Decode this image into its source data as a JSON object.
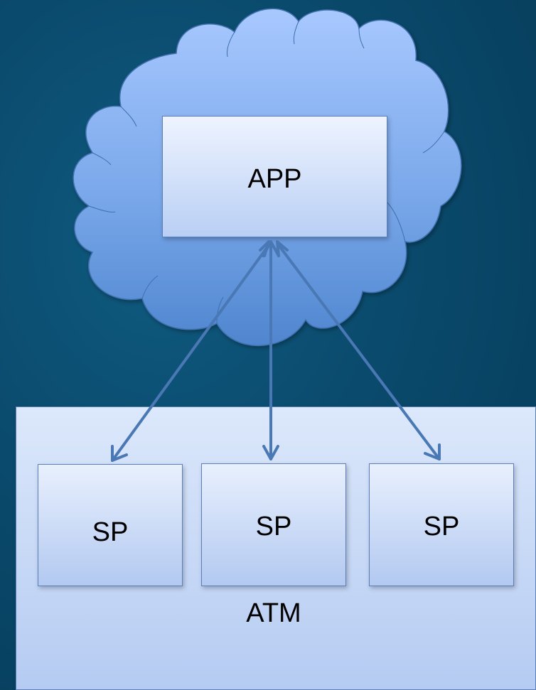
{
  "diagram": {
    "app_label": "APP",
    "atm_label": "ATM",
    "sp_boxes": [
      {
        "label": "SP"
      },
      {
        "label": "SP"
      },
      {
        "label": "SP"
      }
    ],
    "colors": {
      "background": "#0a4a6c",
      "cloud_top": "#a8c8ff",
      "cloud_bottom": "#4f86cf",
      "box_border": "#5b7fb8",
      "arrow": "#4a78b5"
    }
  }
}
